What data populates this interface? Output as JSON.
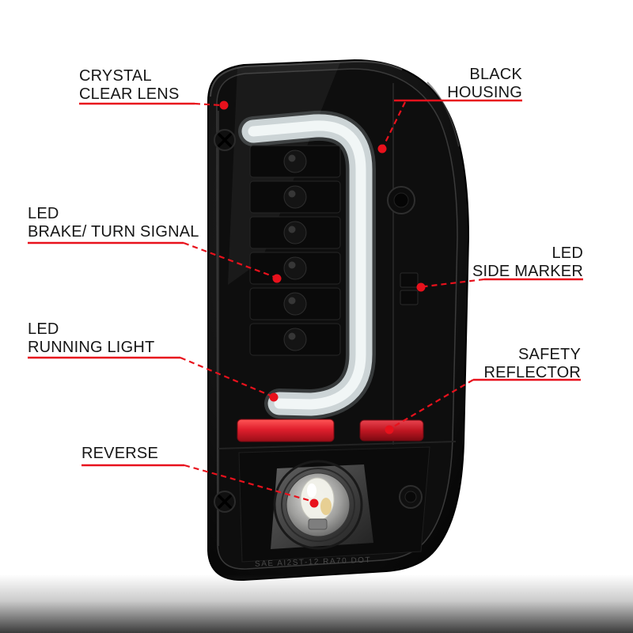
{
  "colors": {
    "accent": "#e8111c",
    "background": "#ffffff",
    "housing": "#0a0a0a",
    "light_bar": "#d7dddf",
    "reflector_red": "#d42430"
  },
  "callouts": {
    "crystal_clear_lens": {
      "line1": "CRYSTAL",
      "line2": "CLEAR LENS"
    },
    "black_housing": {
      "line1": "BLACK",
      "line2": "HOUSING"
    },
    "led_brake_turn_signal": {
      "line1": "LED",
      "line2": "BRAKE/ TURN SIGNAL"
    },
    "led_side_marker": {
      "line1": "LED",
      "line2": "SIDE MARKER"
    },
    "led_running_light": {
      "line1": "LED",
      "line2": "RUNNING LIGHT"
    },
    "safety_reflector": {
      "line1": "SAFETY",
      "line2": "REFLECTOR"
    },
    "reverse": {
      "line1": "REVERSE"
    }
  },
  "product": {
    "molded_text": "SAE AI2ST-12 RA70 DOT"
  }
}
